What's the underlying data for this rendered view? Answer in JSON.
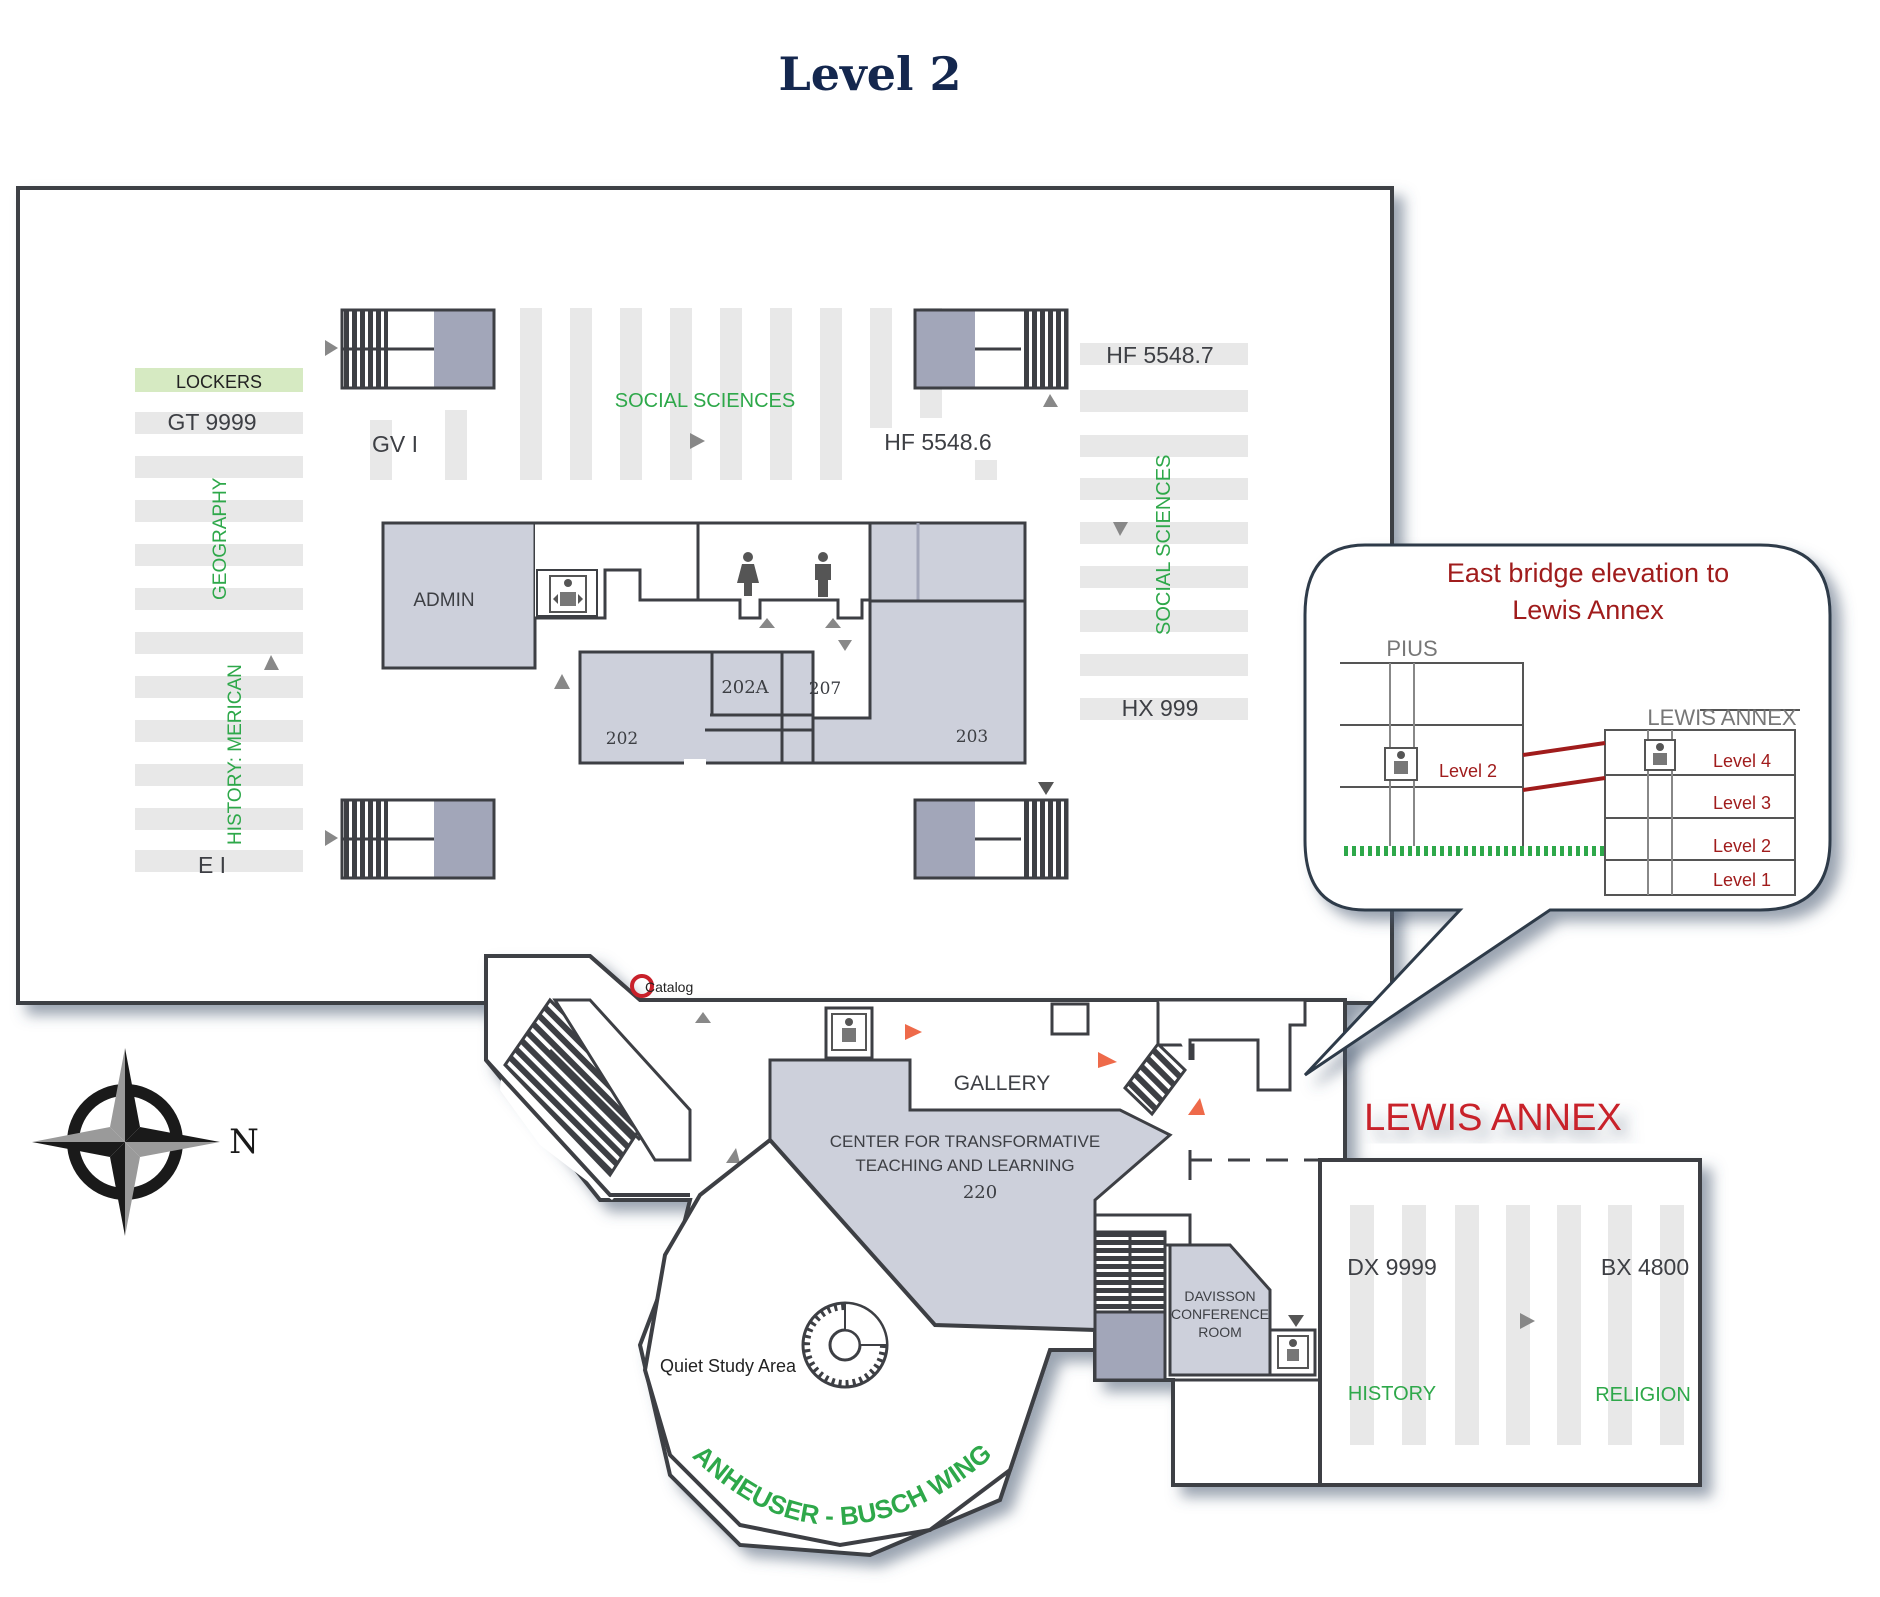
{
  "title": "Level 2",
  "colors": {
    "title": "#14274e",
    "outline": "#3d3f44",
    "room_fill": "#cdd0db",
    "room_dark": "#a2a6b9",
    "shelf": "#e8e8e8",
    "green": "#2ea84a",
    "red": "#c8202a",
    "dark_red": "#a01c1c",
    "orange": "#ee6a4a",
    "lockers": "#d6eac2"
  },
  "main_floor": {
    "lockers": "LOCKERS",
    "call_numbers": {
      "gt": "GT 9999",
      "e": "E I",
      "gv": "GV I",
      "hf6": "HF 5548.6",
      "hf7": "HF 5548.7",
      "hx": "HX 999"
    },
    "subjects": {
      "social_sciences_top": "SOCIAL SCIENCES",
      "social_sciences_right": "SOCIAL SCIENCES",
      "geography": "GEOGRAPHY",
      "history_american": "HISTORY: MERICAN"
    },
    "rooms": {
      "admin": "ADMIN",
      "r202": "202",
      "r202a": "202A",
      "r207": "207",
      "r203": "203"
    },
    "restroom_icons": [
      "women-restroom-icon",
      "men-restroom-icon"
    ],
    "elevator_icon": "elevator-icon"
  },
  "lower_wing": {
    "catalog": "Catalog",
    "gallery": "GALLERY",
    "ctt_line1": "CENTER FOR TRANSFORMATIVE",
    "ctt_line2": "TEACHING AND LEARNING",
    "ctt_room": "220",
    "quiet_study": "Quiet Study Area",
    "wing_name": "ANHEUSER - BUSCH WING",
    "davisson_line1": "DAVISSON",
    "davisson_line2": "CONFERENCE",
    "davisson_line3": "ROOM"
  },
  "lewis_annex": {
    "heading": "LEWIS ANNEX",
    "call_numbers": {
      "dx": "DX 9999",
      "bx": "BX 4800"
    },
    "subjects": {
      "history": "HISTORY",
      "religion": "RELIGION"
    }
  },
  "bridge_callout": {
    "title_line1": "East  bridge  elevation to",
    "title_line2": "Lewis Annex",
    "pius": "PIUS",
    "pius_level": "Level 2",
    "annex_label": "LEWIS ANNEX",
    "annex_levels": [
      "Level 4",
      "Level 3",
      "Level 2",
      "Level 1"
    ]
  },
  "compass": {
    "label": "N",
    "icon": "compass-rose-icon"
  }
}
